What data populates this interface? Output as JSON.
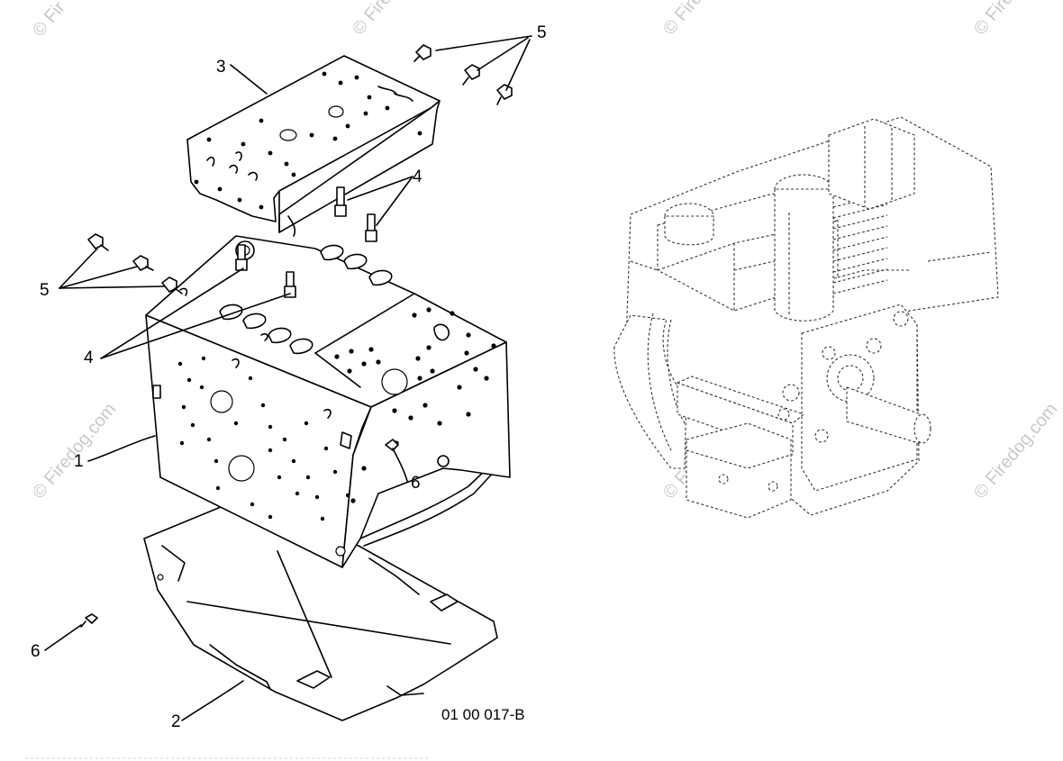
{
  "callouts": [
    {
      "id": "1",
      "label": "1"
    },
    {
      "id": "2",
      "label": "2"
    },
    {
      "id": "3",
      "label": "3"
    },
    {
      "id": "4a",
      "label": "4"
    },
    {
      "id": "4b",
      "label": "4"
    },
    {
      "id": "5a",
      "label": "5"
    },
    {
      "id": "5b",
      "label": "5"
    },
    {
      "id": "6a",
      "label": "6"
    },
    {
      "id": "6b",
      "label": "6"
    }
  ],
  "drawing_code": "01 00 017-B",
  "watermarks": {
    "corner": "© Fir",
    "text": "© Firedog.com"
  }
}
